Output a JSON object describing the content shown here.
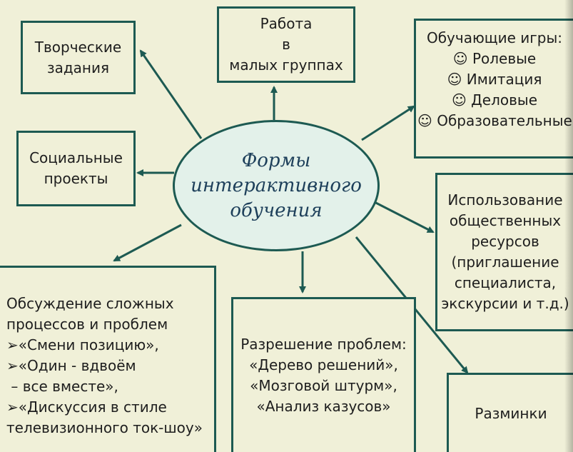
{
  "center": {
    "lines": [
      "Формы",
      "интерактивного",
      "обучения"
    ]
  },
  "nodes": {
    "creative": {
      "lines": [
        "Творческие",
        "задания"
      ]
    },
    "groups": {
      "lines": [
        "Работа",
        "в",
        "малых группах"
      ]
    },
    "games": {
      "title": "Обучающие игры:",
      "items": [
        "☺ Ролевые",
        "☺ Имитация",
        "☺ Деловые",
        "☺ Образовательные"
      ]
    },
    "social": {
      "lines": [
        "Социальные",
        "проекты"
      ]
    },
    "resources": {
      "lines": [
        "Использование",
        "общественных",
        "ресурсов",
        "(приглашение",
        "специалиста,",
        "экскурсии и т.д.)"
      ]
    },
    "discussion": {
      "lines": [
        "Обсуждение сложных",
        "процессов и проблем"
      ],
      "items": [
        "➢«Смени позицию»,",
        "➢«Один - вдвоём",
        " – все вместе»,",
        "➢«Дискуссия в стиле",
        "телевизионного ток-шоу»"
      ]
    },
    "problems": {
      "lines": [
        "Разрешение проблем:",
        "«Дерево решений»,",
        "«Мозговой штурм»,",
        "«Анализ казусов»"
      ]
    },
    "warmups": {
      "lines": [
        "Разминки"
      ]
    }
  },
  "colors": {
    "background": "#f0f0d8",
    "border": "#1d5a52",
    "hub_fill": "#e3f1ea",
    "hub_text": "#1d3f5a"
  }
}
